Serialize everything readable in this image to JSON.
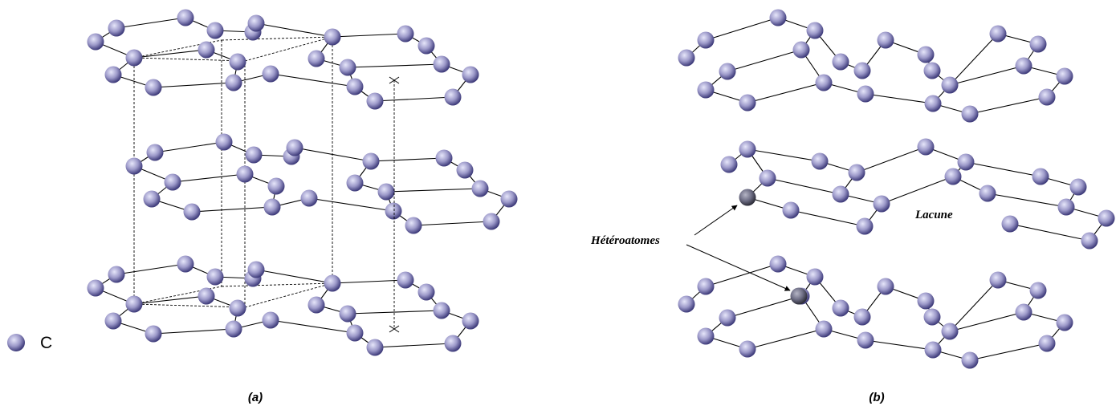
{
  "legend": {
    "atom_label": "C",
    "atom_name": "carbon-atom"
  },
  "panel_a": {
    "caption": "(a)"
  },
  "panel_b": {
    "caption": "(b)",
    "heteroatoms_label": "Hétéroatomes",
    "vacancy_label": "Lacune"
  },
  "colors": {
    "atom_light": "#e6e6fa",
    "atom_mid": "#9c99c9",
    "atom_dark": "#3e3b7a",
    "heteroatom_dark": "#4a4a5c",
    "bond": "#000000"
  }
}
